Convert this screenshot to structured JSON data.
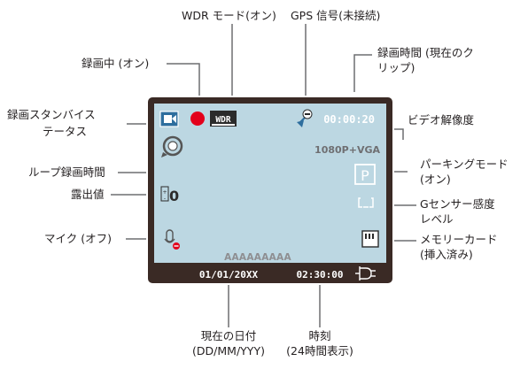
{
  "colors": {
    "screen_fill": "#bcd7e2",
    "bezel": "#3a2a25",
    "callout_line": "#6d6e70",
    "record_dot": "#e3001b",
    "label_text": "#231f20",
    "screen_text": "#6f6f72"
  },
  "screen": {
    "wdr_badge": "WDR",
    "time_counter": "00:00:20",
    "resolution": "1080P+VGA",
    "exposure_value": "0",
    "parking_letter": "P",
    "file_name": "AAAAAAAAA",
    "date": "01/01/20XX",
    "clock": "02:30:00",
    "icons": [
      "camera-icon",
      "record-dot-icon",
      "wdr-icon",
      "gps-icon",
      "loop-record-icon",
      "exposure-icon",
      "mic-off-icon",
      "parking-icon",
      "g-sensor-icon",
      "sd-card-icon",
      "power-plug-icon"
    ]
  },
  "labels": {
    "wdr": "WDR モード(オン)",
    "gps": "GPS 信号(未接続)",
    "recording": "録画中 (オン)",
    "rec_time_1": "録画時間 (現在のク",
    "rec_time_2": "リップ)",
    "standby_1": "録画スタンバイス",
    "standby_2": "テータス",
    "resolution": "ビデオ解像度",
    "loop": "ループ録画時間",
    "parking_1": "パーキングモード",
    "parking_2": "(オン)",
    "exposure": "露出値",
    "gsensor_1": "Gセンサー感度",
    "gsensor_2": "レベル",
    "mic": "マイク (オフ)",
    "memory_1": "メモリーカード",
    "memory_2": "(挿入済み)",
    "date_1": "現在の日付",
    "date_2": "(DD/MM/YYY)",
    "clock_1": "時刻",
    "clock_2": "(24時間表示)"
  }
}
